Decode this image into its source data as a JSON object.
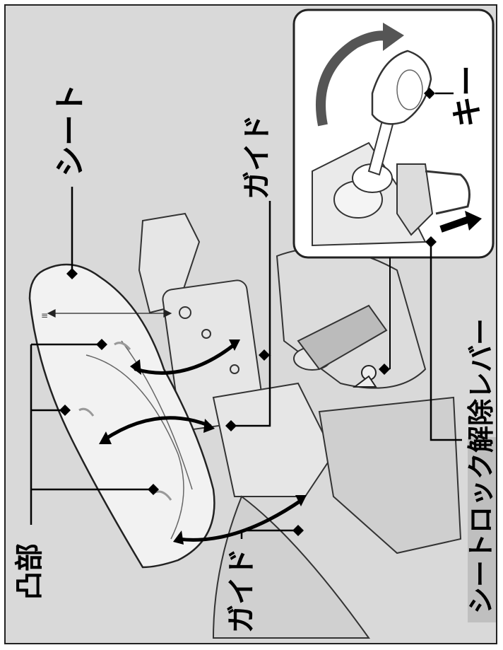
{
  "labels": {
    "seat": "シート",
    "guide_top": "ガイド",
    "key": "キー",
    "guide_bottom": "ガイド",
    "boss": "凸部",
    "seat_lock_release_lever": "シートロック解除レバー"
  },
  "colors": {
    "background": "#d9d9d9",
    "inset_background": "#ffffff",
    "line": "#000000",
    "label_highlight": "#bfbfbf"
  }
}
